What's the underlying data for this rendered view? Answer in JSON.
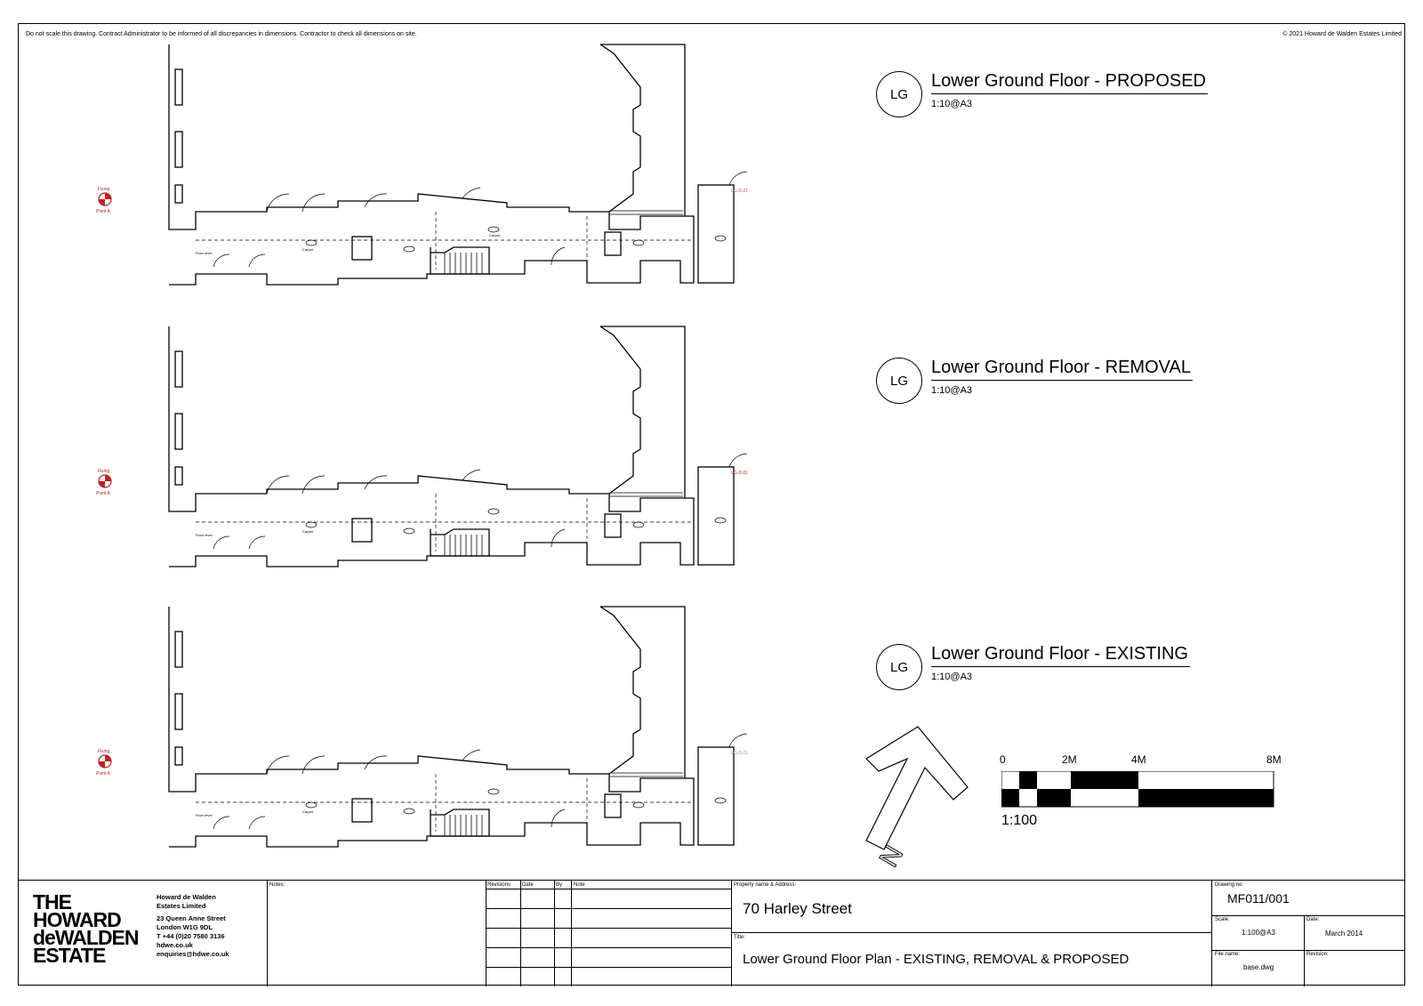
{
  "sheet": {
    "notice_left": "Do not scale this drawing. Contract Administrator to be informed of all discrepancies in dimensions. Contractor to check all dimensions on site.",
    "copyright": "© 2021 Howard de Walden Estates Limited"
  },
  "views": [
    {
      "badge": "LG",
      "name": "Lower Ground Floor - PROPOSED",
      "scale": "1:10@A3"
    },
    {
      "badge": "LG",
      "name": "Lower Ground Floor - REMOVAL",
      "scale": "1:10@A3"
    },
    {
      "badge": "LG",
      "name": "Lower Ground Floor - EXISTING",
      "scale": "1:10@A3"
    }
  ],
  "plan_labels": {
    "fixing": "Fixing",
    "point": "Point A",
    "door_tag": "LG-D.01",
    "carpet": "Carpet",
    "floor_level": "Floor level"
  },
  "scale_bar": {
    "ticks": [
      "0",
      "2M",
      "4M",
      "8M"
    ],
    "ratio": "1:100"
  },
  "north": "N",
  "title_block": {
    "logo_lines": [
      "THE",
      "HOWARD",
      "deWALDEN",
      "ESTATE"
    ],
    "company_lines": [
      "Howard de Walden",
      "Estates Limited"
    ],
    "address_lines": [
      "23 Queen Anne Street",
      "London W1G 9DL",
      "T +44 (0)20 7580 3136",
      "hdwe.co.uk",
      "enquiries@hdwe.co.uk"
    ],
    "notes_label": "Notes:",
    "revisions_label": "Revisions",
    "date_label": "Date",
    "by_label": "By",
    "note_label": "Note",
    "property_label": "Property name & Address:",
    "property_value": "70 Harley Street",
    "title_label": "Title:",
    "title_value": "Lower Ground Floor Plan - EXISTING, REMOVAL & PROPOSED",
    "drawing_no_label": "Drawing no:",
    "drawing_no_value": "MF011/001",
    "scale_label": "Scale:",
    "scale_value": "1:100@A3",
    "date_box_label": "Date:",
    "date_value": "March 2014",
    "file_label": "File name:",
    "file_value": "base.dwg",
    "revision_label": "Revision:"
  }
}
